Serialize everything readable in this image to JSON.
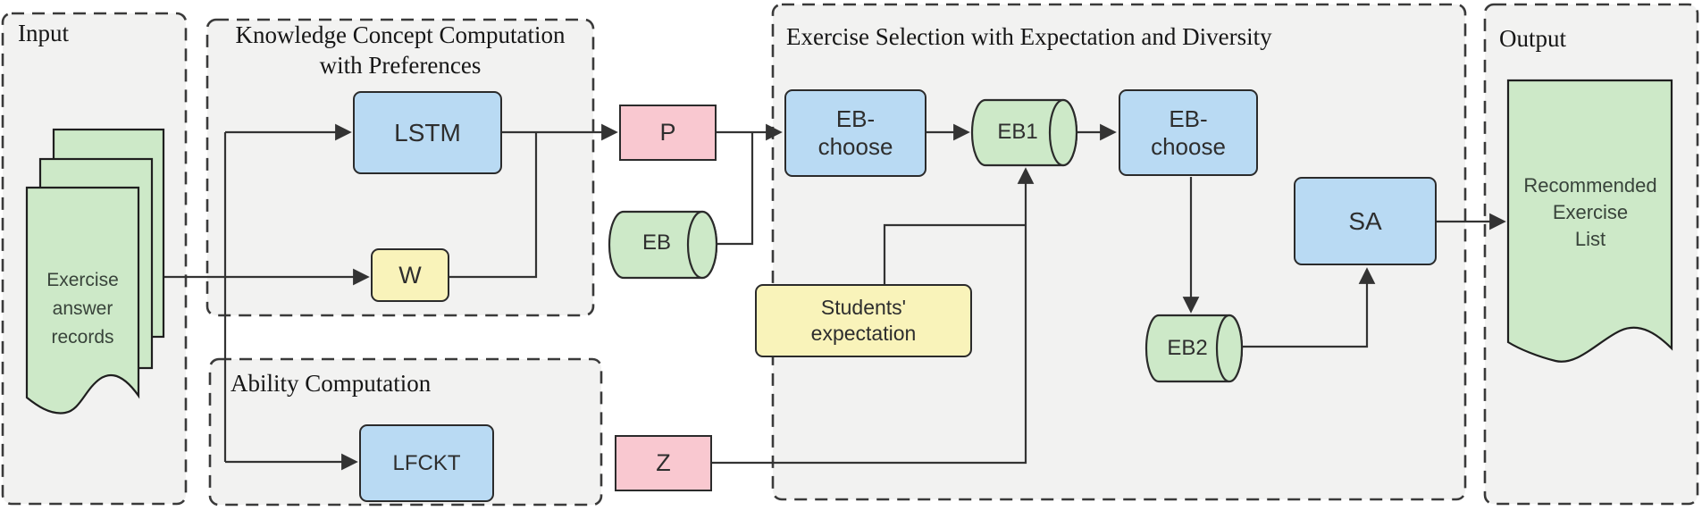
{
  "containers": {
    "input": {
      "title": "Input"
    },
    "knowledge": {
      "title": "Knowledge Concept Computation\nwith Preferences"
    },
    "ability": {
      "title": "Ability Computation"
    },
    "selection": {
      "title": "Exercise Selection with Expectation and Diversity"
    },
    "output": {
      "title": "Output"
    }
  },
  "nodes": {
    "records": {
      "label": "Exercise\nanswer\nrecords",
      "shape": "document-stack"
    },
    "lstm": {
      "label": "LSTM",
      "shape": "rounded-rect"
    },
    "w": {
      "label": "W",
      "shape": "rounded-rect"
    },
    "lfckt": {
      "label": "LFCKT",
      "shape": "rounded-rect"
    },
    "p": {
      "label": "P",
      "shape": "rect"
    },
    "eb": {
      "label": "EB",
      "shape": "cylinder"
    },
    "z": {
      "label": "Z",
      "shape": "rect"
    },
    "eb_choose_1": {
      "label": "EB-\nchoose",
      "shape": "rounded-rect"
    },
    "eb1": {
      "label": "EB1",
      "shape": "cylinder"
    },
    "students_expectation": {
      "label": "Students'\nexpectation",
      "shape": "rounded-rect"
    },
    "eb_choose_2": {
      "label": "EB-\nchoose",
      "shape": "rounded-rect"
    },
    "eb2": {
      "label": "EB2",
      "shape": "cylinder"
    },
    "sa": {
      "label": "SA",
      "shape": "rounded-rect"
    },
    "recommended_exercise_list": {
      "label": "Recommended\nExercise\nList",
      "shape": "document"
    }
  },
  "colors": {
    "node_blue": "#b9daf3",
    "node_green": "#cde9c8",
    "node_yellow": "#f9f3ba",
    "node_pink": "#f9c8d0",
    "container_fill": "#f2f2f1",
    "dashed_border": "#3a3a3a",
    "connector": "#333333",
    "node_border": "#2b2b2b"
  }
}
